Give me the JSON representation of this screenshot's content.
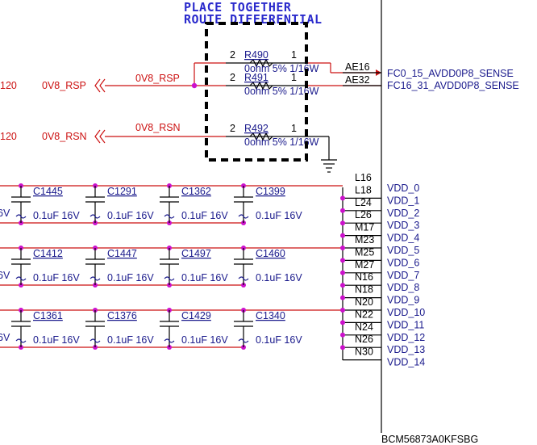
{
  "note": {
    "line1": "PLACE  TOGETHER",
    "line2": "ROUTE  DIFFERENTIAL"
  },
  "left_nets": {
    "rsp_edge": "120",
    "rsp": "0V8_RSP",
    "rsn_edge": "120",
    "rsn": "0V8_RSN"
  },
  "resistors": [
    {
      "ref": "R490",
      "value": "0ohm 5% 1/16W",
      "pin_left": "2",
      "pin_right": "1",
      "net": "0V8_RSP"
    },
    {
      "ref": "R491",
      "value": "0ohm 5% 1/16W",
      "pin_left": "2",
      "pin_right": "1",
      "net": ""
    },
    {
      "ref": "R492",
      "value": "0ohm 5% 1/16W",
      "pin_left": "2",
      "pin_right": "1",
      "net": "0V8_RSN"
    }
  ],
  "sense_pins": [
    {
      "pin": "AE16",
      "name": "FC0_15_AVDD0P8_SENSE"
    },
    {
      "pin": "AE32",
      "name": "FC16_31_AVDD0P8_SENSE"
    }
  ],
  "cap_rows": [
    [
      {
        "ref": "C1445",
        "value": "0.1uF 16V"
      },
      {
        "ref": "C1291",
        "value": "0.1uF 16V"
      },
      {
        "ref": "C1362",
        "value": "0.1uF 16V"
      },
      {
        "ref": "C1399",
        "value": "0.1uF 16V"
      }
    ],
    [
      {
        "ref": "C1412",
        "value": "0.1uF 16V"
      },
      {
        "ref": "C1447",
        "value": "0.1uF 16V"
      },
      {
        "ref": "C1497",
        "value": "0.1uF 16V"
      },
      {
        "ref": "C1460",
        "value": "0.1uF 16V"
      }
    ],
    [
      {
        "ref": "C1361",
        "value": "0.1uF 16V"
      },
      {
        "ref": "C1376",
        "value": "0.1uF 16V"
      },
      {
        "ref": "C1429",
        "value": "0.1uF 16V"
      },
      {
        "ref": "C1340",
        "value": "0.1uF 16V"
      }
    ]
  ],
  "edge_value_fragment": "6V",
  "vdd_pins": [
    {
      "pin": "L16",
      "name": "VDD_0"
    },
    {
      "pin": "L18",
      "name": "VDD_1"
    },
    {
      "pin": "L24",
      "name": "VDD_2"
    },
    {
      "pin": "L26",
      "name": "VDD_3"
    },
    {
      "pin": "M17",
      "name": "VDD_4"
    },
    {
      "pin": "M23",
      "name": "VDD_5"
    },
    {
      "pin": "M25",
      "name": "VDD_6"
    },
    {
      "pin": "M27",
      "name": "VDD_7"
    },
    {
      "pin": "N16",
      "name": "VDD_8"
    },
    {
      "pin": "N18",
      "name": "VDD_9"
    },
    {
      "pin": "N20",
      "name": "VDD_10"
    },
    {
      "pin": "N22",
      "name": "VDD_11"
    },
    {
      "pin": "N24",
      "name": "VDD_12"
    },
    {
      "pin": "N26",
      "name": "VDD_13"
    },
    {
      "pin": "N30",
      "name": "VDD_14"
    }
  ],
  "part_number": "BCM56873A0KFSBG",
  "colors": {
    "net": "#cc1111",
    "label": "#1a1a8c",
    "junction": "#cc11cc",
    "note": "#2a2acc"
  }
}
